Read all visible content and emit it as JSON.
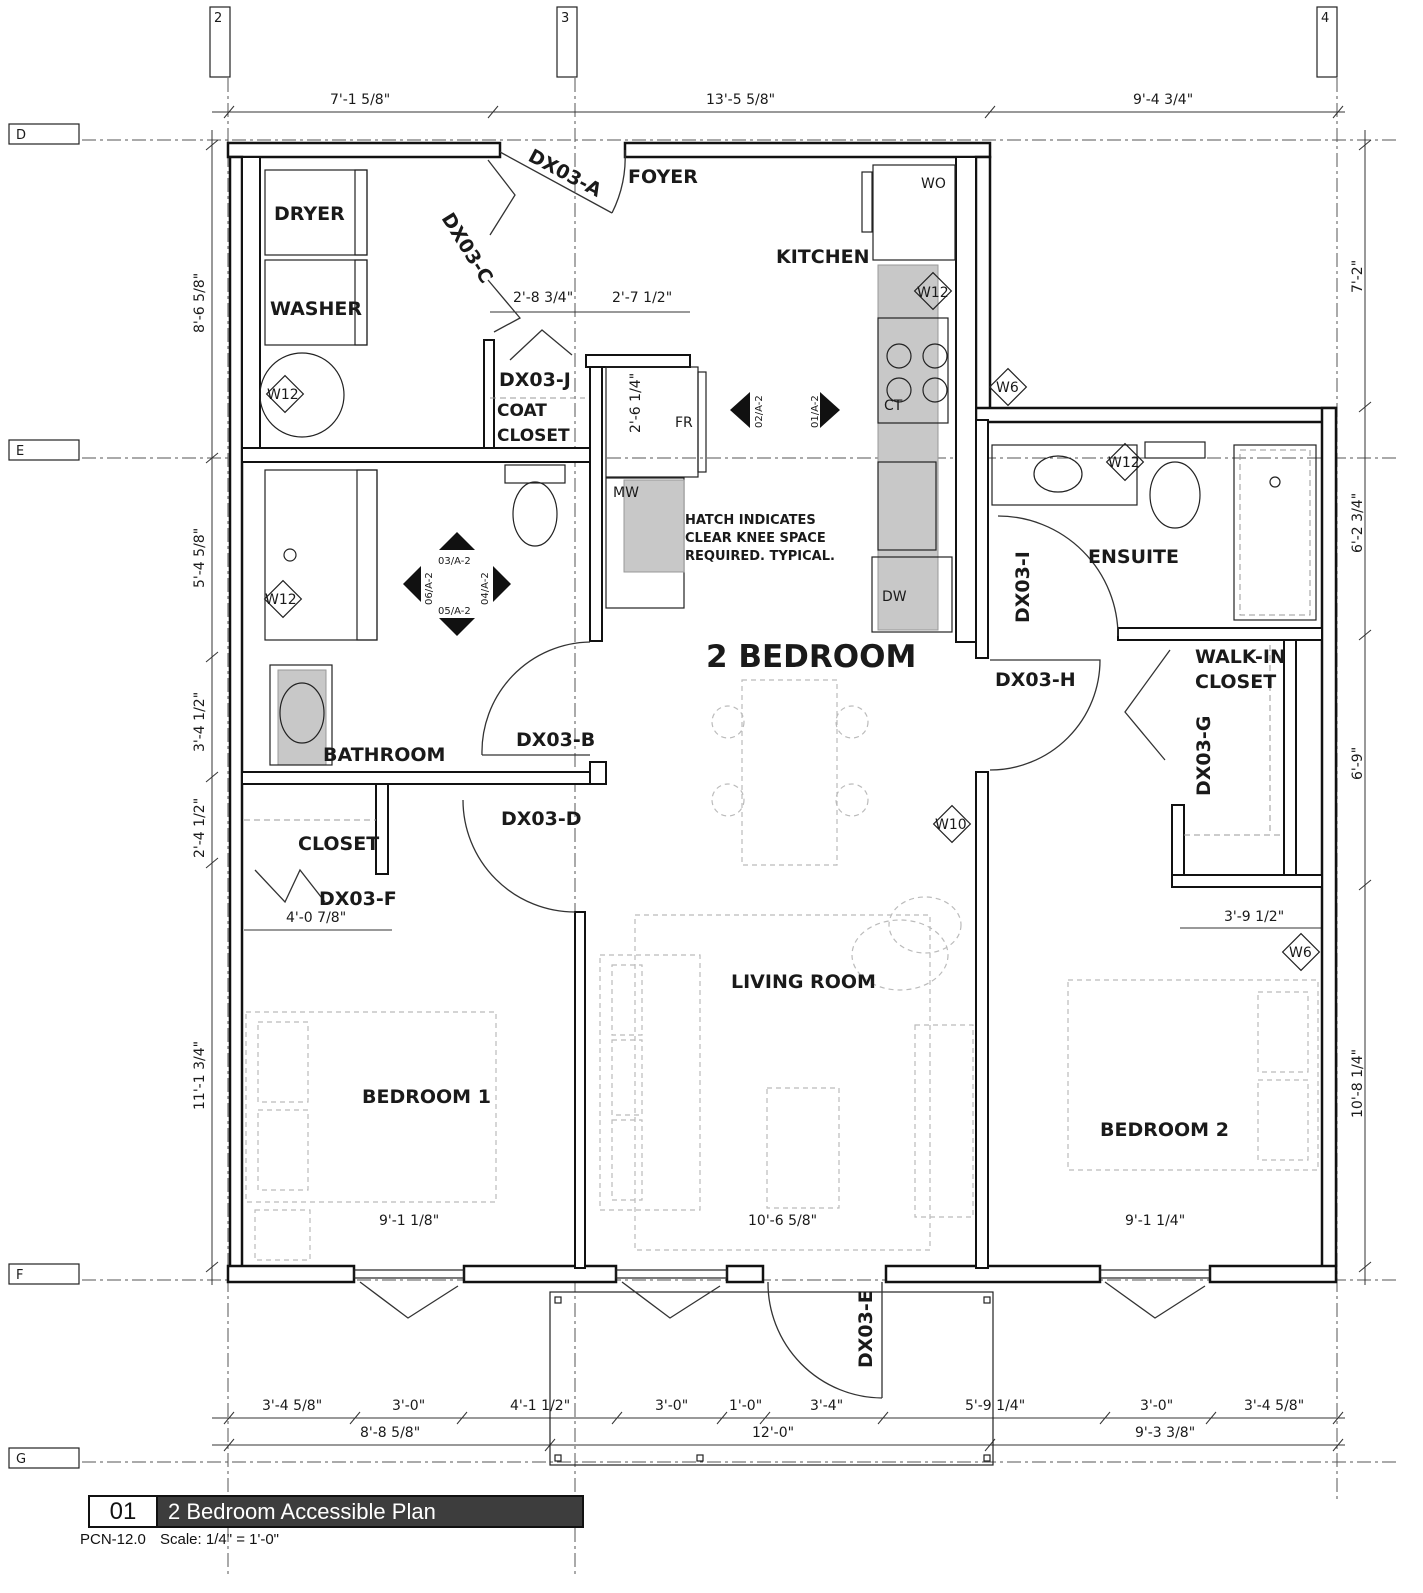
{
  "plan": {
    "unit_name": "2 BEDROOM",
    "grid_columns": [
      "2",
      "3",
      "4"
    ],
    "grid_rows": [
      "D",
      "E",
      "F",
      "G"
    ],
    "rooms": {
      "foyer": "FOYER",
      "kitchen": "KITCHEN",
      "dryer": "DRYER",
      "washer": "WASHER",
      "coat_closet_1": "COAT",
      "coat_closet_2": "CLOSET",
      "bathroom": "BATHROOM",
      "closet": "CLOSET",
      "bedroom1": "BEDROOM 1",
      "living_room": "LIVING ROOM",
      "ensuite": "ENSUITE",
      "walk_in_1": "WALK-IN",
      "walk_in_2": "CLOSET",
      "bedroom2": "BEDROOM 2"
    },
    "doors": {
      "a": "DX03-A",
      "b": "DX03-B",
      "c": "DX03-C",
      "d": "DX03-D",
      "e": "DX03-E",
      "f": "DX03-F",
      "g": "DX03-G",
      "h": "DX03-H",
      "i": "DX03-I",
      "j": "DX03-J"
    },
    "appliances": {
      "wo": "WO",
      "ct": "CT",
      "dw": "DW",
      "fr": "FR",
      "mw": "MW"
    },
    "window_tags": {
      "w12": "W12",
      "w6": "W6",
      "w10": "W10"
    },
    "elevation_tags": {
      "e01": "01/A-2",
      "e02": "02/A-2",
      "e03": "03/A-2",
      "e04": "04/A-2",
      "e05": "05/A-2",
      "e06": "06/A-2"
    },
    "note_lines": [
      "HATCH INDICATES",
      "CLEAR KNEE SPACE",
      "REQUIRED. TYPICAL."
    ],
    "dimensions": {
      "top_1": "7'-1 5/8\"",
      "top_2": "13'-5 5/8\"",
      "top_3": "9'-4 3/4\"",
      "left_1": "8'-6 5/8\"",
      "left_2": "5'-4 5/8\"",
      "left_3": "3'-4 1/2\"",
      "left_4": "2'-4 1/2\"",
      "left_5": "11'-1 3/4\"",
      "right_1": "7'-2\"",
      "right_2": "6'-2 3/4\"",
      "right_3": "6'-9\"",
      "right_4": "10'-8 1/4\"",
      "int_coat": "2'-8 3/4\"",
      "int_fridge_w": "2'-7 1/2\"",
      "int_fridge_d": "2'-6 1/4\"",
      "int_closet": "4'-0 7/8\"",
      "int_walkin": "3'-9 1/2\"",
      "room_bed1": "9'-1 1/8\"",
      "room_living": "10'-6 5/8\"",
      "room_bed2": "9'-1 1/4\"",
      "bot_1": "3'-4 5/8\"",
      "bot_2": "3'-0\"",
      "bot_3": "4'-1 1/2\"",
      "bot_4": "3'-0\"",
      "bot_5": "1'-0\"",
      "bot_6": "3'-4\"",
      "bot_7": "5'-9 1/4\"",
      "bot_8": "3'-0\"",
      "bot_9": "3'-4 5/8\"",
      "bot_total_1": "8'-8 5/8\"",
      "bot_total_2": "12'-0\"",
      "bot_total_3": "9'-3 3/8\""
    }
  },
  "title_block": {
    "number": "01",
    "title": "2 Bedroom Accessible Plan",
    "sheet": "PCN-12.0",
    "scale": "Scale: 1/4\" = 1'-0\""
  }
}
